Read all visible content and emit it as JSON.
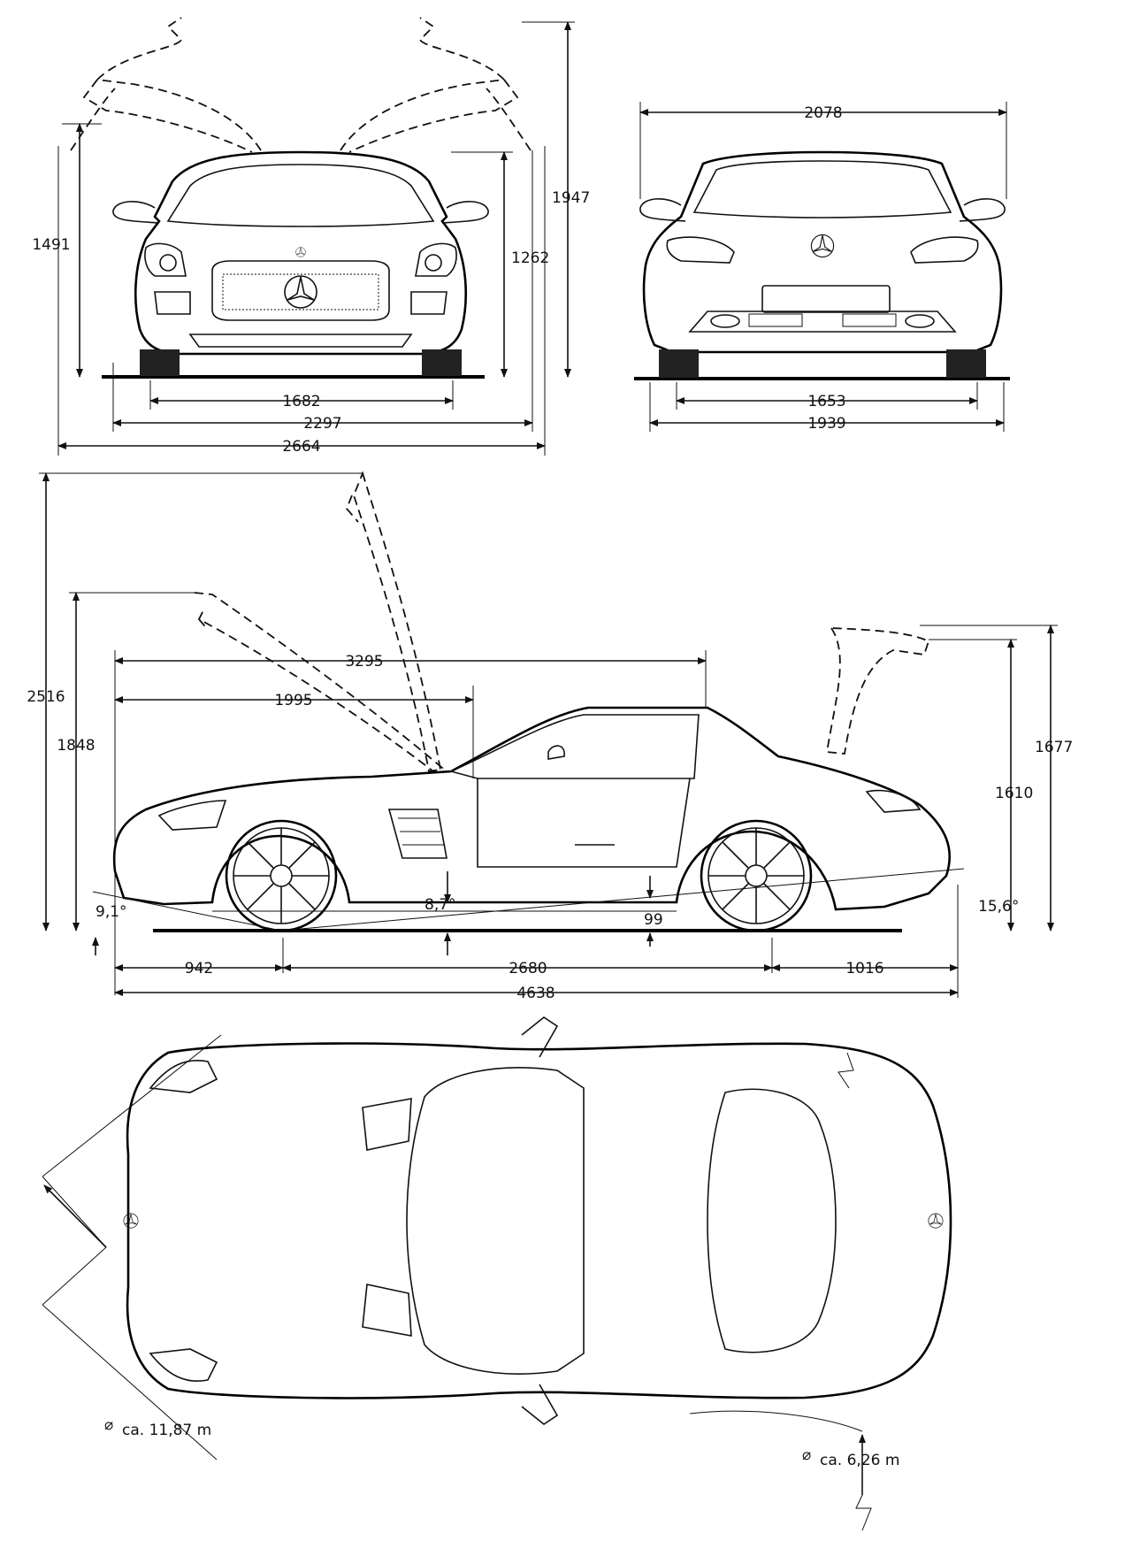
{
  "front_view": {
    "dimensions": {
      "track": "1682",
      "body_width": "2297",
      "width_doors_open": "2664",
      "height": "1491",
      "height_roof": "1262",
      "height_doors_open": "1947"
    }
  },
  "rear_view": {
    "dimensions": {
      "mirror_width": "2078",
      "track": "1653",
      "body_width": "1939"
    }
  },
  "side_view": {
    "dimensions": {
      "height_doors_open": "2516",
      "height_hood_open": "1848",
      "hood_length": "3295",
      "front_to_pillar": "1995",
      "height_roof": "1677",
      "height_trunk": "1610",
      "approach_angle": "9,1°",
      "ramp_angle": "8,7°",
      "ground_clearance": "99",
      "departure_angle": "15,6°",
      "front_overhang": "942",
      "wheelbase": "2680",
      "rear_overhang": "1016",
      "length": "4638"
    }
  },
  "top_view": {
    "turning_circle_walls": "ca. 11,87 m",
    "turning_circle_curbs": "ca. 6,26 m",
    "diameter_symbol": "⌀"
  },
  "colors": {
    "line": "#111111",
    "background": "#ffffff"
  },
  "icons": [
    "mercedes-star-icon",
    "diameter-icon"
  ]
}
